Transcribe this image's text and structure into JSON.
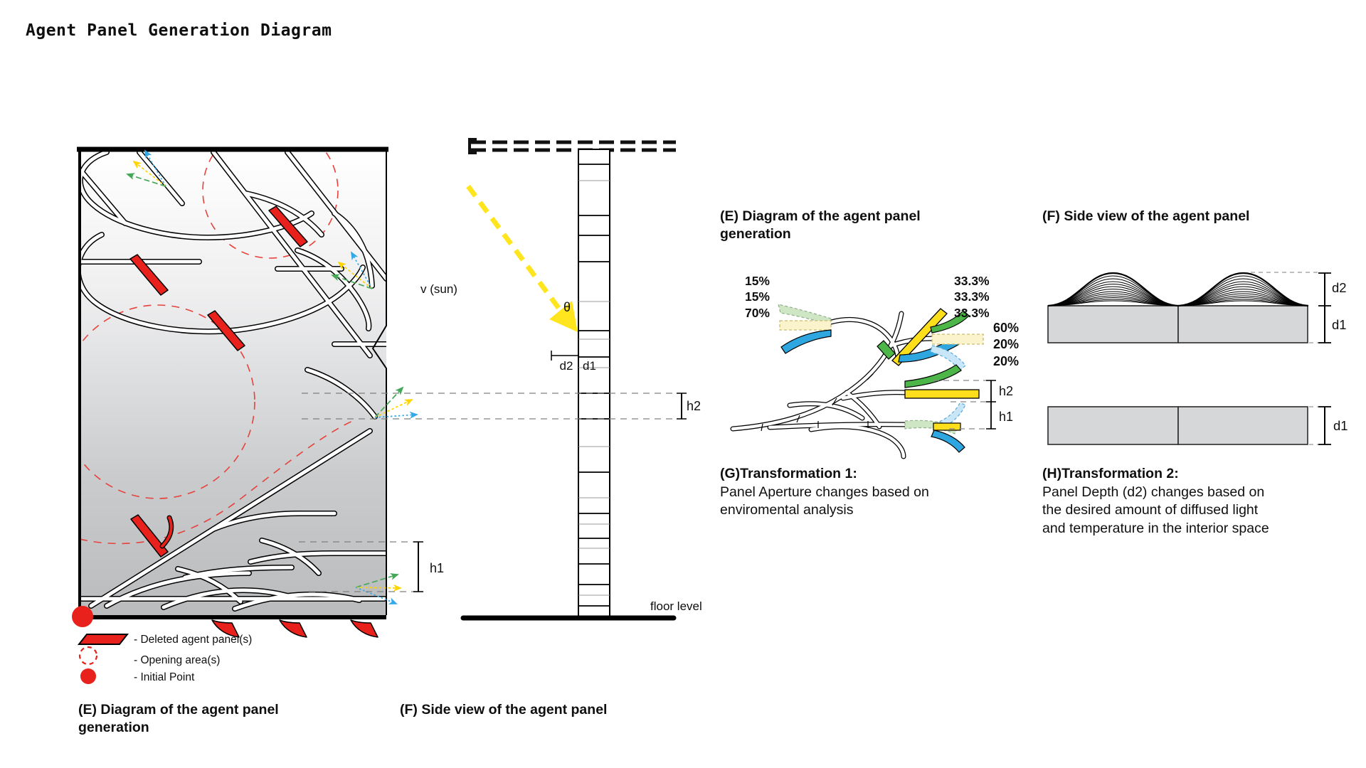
{
  "title": "Agent Panel Generation Diagram",
  "left": {
    "legend": {
      "deleted": "- Deleted agent panel(s)",
      "opening": "- Opening area(s)",
      "initial": "- Initial Point"
    },
    "caption_line1": "(E) Diagram of the agent panel",
    "caption_line2": "generation",
    "h1": "h1"
  },
  "side_view": {
    "caption": "(F) Side view of the agent panel",
    "v_sun": "v (sun)",
    "theta": "θ",
    "d2": "d2",
    "d1": "d1",
    "h2": "h2",
    "floor": "floor level"
  },
  "panel_e": {
    "heading_line1": "(E) Diagram of the agent panel",
    "heading_line2": "generation",
    "percents_left": [
      "15%",
      "15%",
      "70%"
    ],
    "percents_right": [
      "33.3%",
      "33.3%",
      "33.3%"
    ],
    "percents_right2": [
      "60%",
      "20%",
      "20%"
    ],
    "h2": "h2",
    "h1": "h1",
    "g_title": "(G)Transformation 1:",
    "g_line1": "Panel Aperture changes based on",
    "g_line2": "enviromental analysis"
  },
  "panel_f": {
    "heading": "(F) Side view of the agent panel",
    "d2": "d2",
    "d1": "d1",
    "d1b": "d1",
    "h_title": "(H)Transformation 2:",
    "h_line1": "Panel Depth (d2) changes based on",
    "h_line2": "the desired amount of diffused light",
    "h_line3": "and temperature in the interior space"
  },
  "colors": {
    "red": "#E8211C",
    "yellow": "#FFDF1B",
    "blue": "#2EA7E0",
    "green": "#4CB648",
    "light_green": "#CFE6C4",
    "pale_yellow": "#FBF3CB",
    "light_blue": "#C9E6F8",
    "panel_gray": "#D6D7D9"
  }
}
